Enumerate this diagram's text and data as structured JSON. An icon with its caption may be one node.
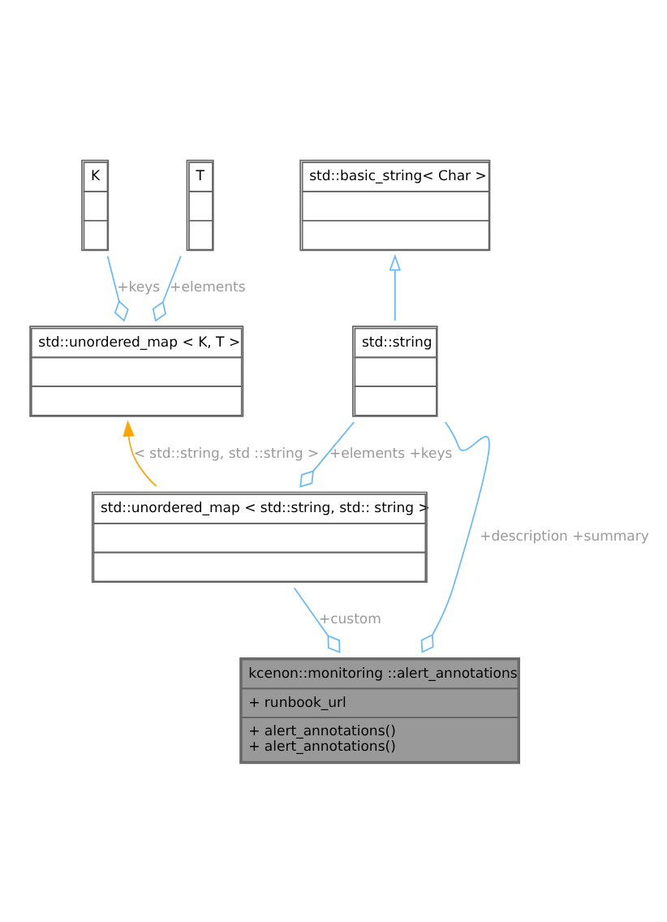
{
  "diagram": {
    "nodes": [
      {
        "text": [
          "K"
        ]
      },
      {
        "text": [
          "T"
        ]
      },
      {
        "text": [
          "std::basic_string< Char >"
        ]
      },
      {
        "text": [
          "std::unordered_map < K, T >"
        ]
      },
      {
        "text": [
          "std::string"
        ]
      },
      {
        "text": [
          "std::unordered_map < std::string, std:: string >"
        ]
      },
      {
        "text": [
          "kcenon::monitoring ::alert_annotations",
          "+ runbook_url",
          "+ alert_annotations()",
          "+ alert_annotations()"
        ]
      }
    ],
    "edges": [
      {
        "from": 0,
        "to": 3,
        "arrow": "other",
        "label": "+keys"
      },
      {
        "from": 1,
        "to": 3,
        "arrow": "other",
        "label": "+elements"
      },
      {
        "from": 4,
        "to": 2,
        "arrow": "to"
      },
      {
        "from": 5,
        "to": 3,
        "arrow": "to",
        "label": "< std::string, std ::string >",
        "color": "#ffa500"
      },
      {
        "from": 4,
        "to": 5,
        "arrow": "other",
        "label": "+elements +keys"
      },
      {
        "from": 5,
        "to": 6,
        "arrow": "other",
        "label": "+custom"
      },
      {
        "from": 4,
        "to": 6,
        "arrow": "other",
        "label": "+description +summary"
      }
    ]
  }
}
